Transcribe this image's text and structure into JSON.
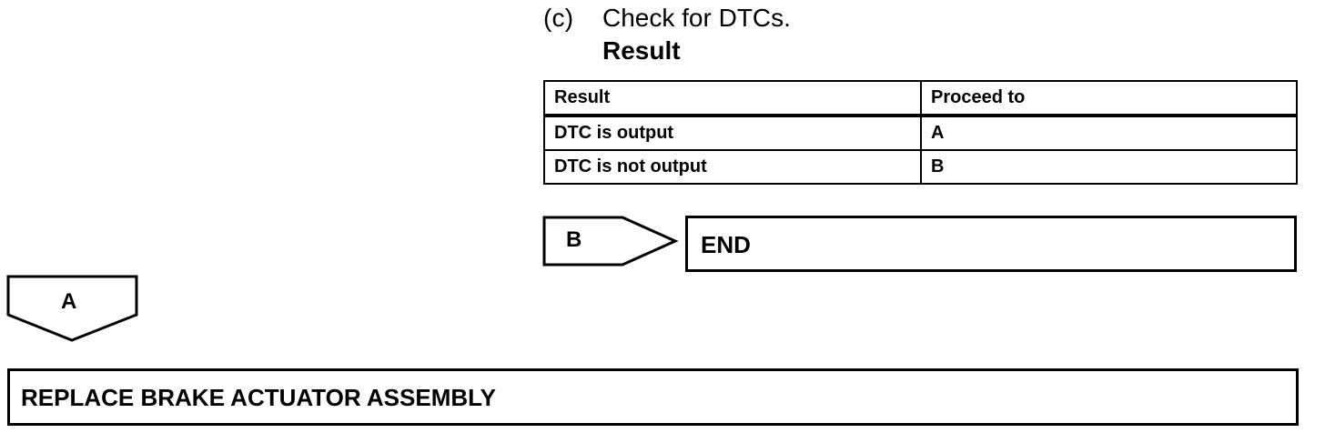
{
  "step": {
    "marker": "(c)",
    "text": "Check for DTCs."
  },
  "result_heading": "Result",
  "result_table": {
    "headers": [
      "Result",
      "Proceed to"
    ],
    "rows": [
      [
        "DTC is output",
        "A"
      ],
      [
        "DTC is not output",
        "B"
      ]
    ]
  },
  "branch_b": {
    "label": "B",
    "destination": "END"
  },
  "branch_a": {
    "label": "A",
    "action": "REPLACE BRAKE ACTUATOR ASSEMBLY"
  },
  "colors": {
    "line": "#000000",
    "background": "#ffffff"
  }
}
